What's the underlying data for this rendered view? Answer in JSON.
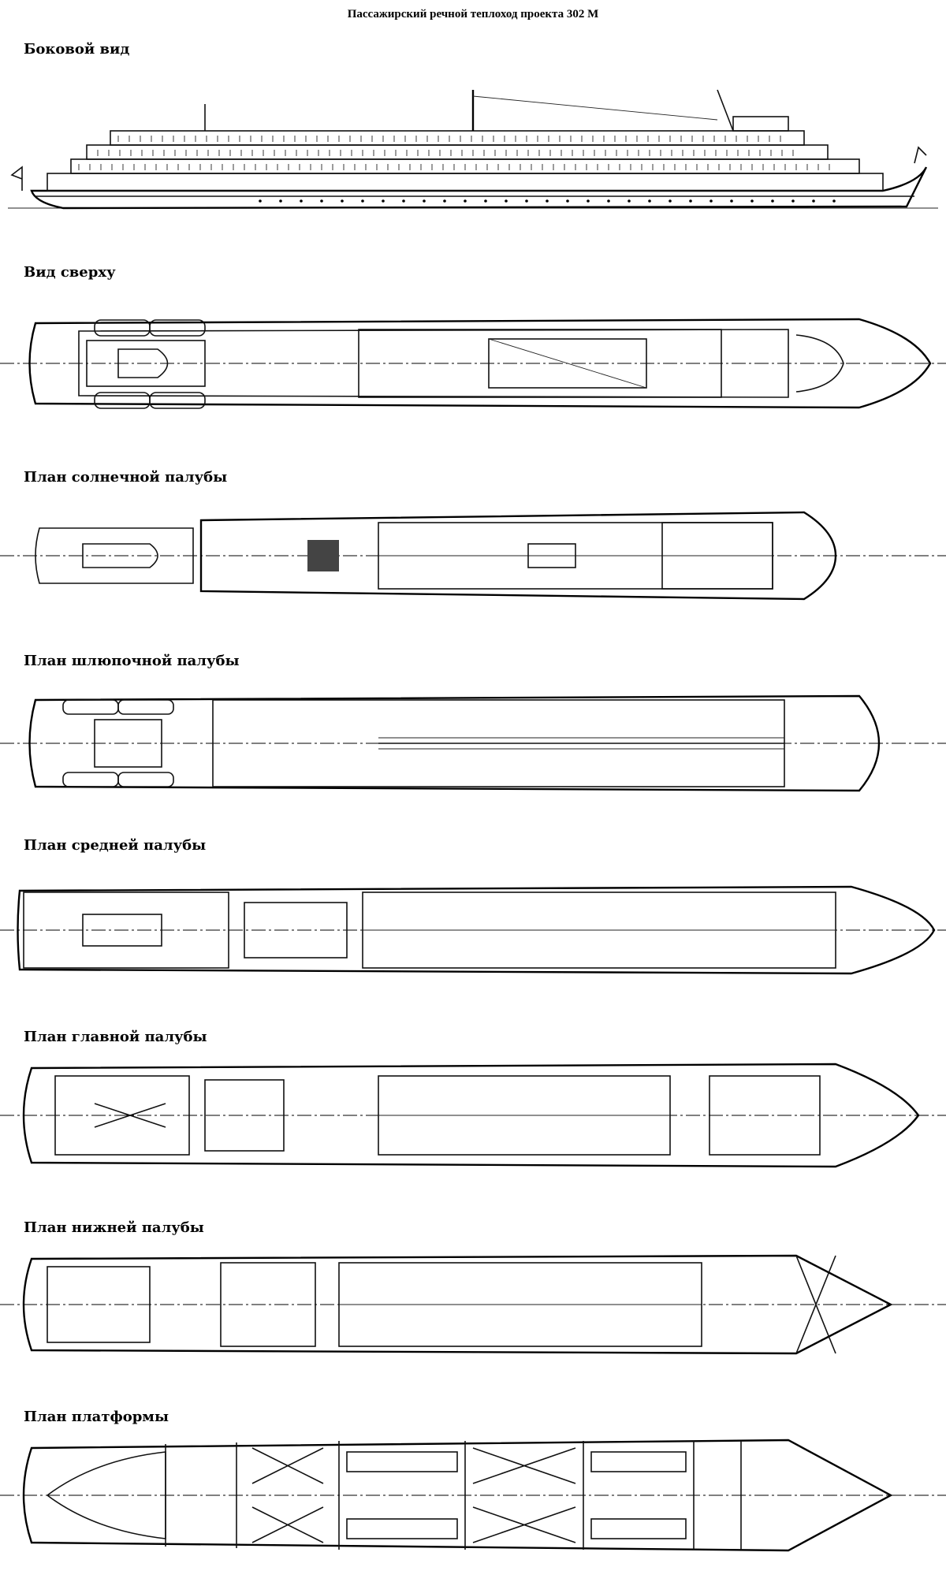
{
  "title": "Пассажирский речной теплоход проекта 302 М",
  "sections": [
    {
      "id": "side",
      "label": "Боковой вид"
    },
    {
      "id": "top",
      "label": "Вид сверху"
    },
    {
      "id": "sun",
      "label": "План солнечной палубы"
    },
    {
      "id": "boat",
      "label": "План шлюпочной палубы"
    },
    {
      "id": "middle",
      "label": "План средней палубы"
    },
    {
      "id": "main",
      "label": "План главной палубы"
    },
    {
      "id": "lower",
      "label": "План нижней палубы"
    },
    {
      "id": "platform",
      "label": "План платформы"
    }
  ]
}
